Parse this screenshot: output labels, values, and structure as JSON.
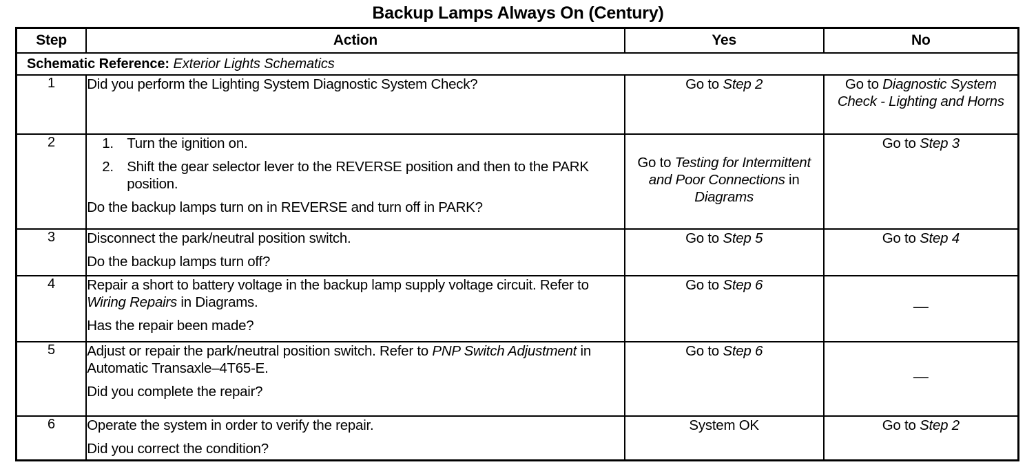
{
  "document": {
    "title": "Backup Lamps Always On (Century)"
  },
  "table": {
    "columns": {
      "step": "Step",
      "action": "Action",
      "yes": "Yes",
      "no": "No"
    },
    "schematic_reference": {
      "label": "Schematic Reference:",
      "value": "Exterior Lights Schematics"
    },
    "rows": [
      {
        "step": "1",
        "action": {
          "lines": [
            "Did you perform the Lighting System Diagnostic System Check?"
          ]
        },
        "yes": {
          "prefix": "Go to ",
          "ref": "Step 2",
          "suffix": ""
        },
        "no": {
          "prefix": "Go to ",
          "ref": "Diagnostic System Check - Lighting and Horns",
          "suffix": ""
        }
      },
      {
        "step": "2",
        "action": {
          "list": [
            {
              "num": "1.",
              "text": "Turn the ignition on."
            },
            {
              "num": "2.",
              "text": "Shift the gear selector lever to the REVERSE position and then to the PARK position."
            }
          ],
          "question": "Do the backup lamps turn on in REVERSE and turn off in PARK?"
        },
        "yes": {
          "prefix": "Go to ",
          "ref": "Testing for Intermittent and Poor Connections",
          "mid": " in ",
          "ref2": "Diagrams"
        },
        "no": {
          "prefix": "Go to ",
          "ref": "Step 3",
          "suffix": ""
        }
      },
      {
        "step": "3",
        "action": {
          "statement": "Disconnect the park/neutral position switch.",
          "question": "Do the backup lamps turn off?"
        },
        "yes": {
          "prefix": "Go to ",
          "ref": "Step 5",
          "suffix": ""
        },
        "no": {
          "prefix": "Go to ",
          "ref": "Step 4",
          "suffix": ""
        }
      },
      {
        "step": "4",
        "action": {
          "statement_a": "Repair a short to battery voltage in the backup lamp supply voltage circuit. Refer to ",
          "statement_ref": "Wiring Repairs",
          "statement_b": " in Diagrams.",
          "question": "Has the repair been made?"
        },
        "yes": {
          "prefix": "Go to ",
          "ref": "Step 6",
          "suffix": ""
        },
        "no": {
          "dash": "—"
        }
      },
      {
        "step": "5",
        "action": {
          "statement_a": "Adjust or repair the park/neutral position switch. Refer to ",
          "statement_ref": "PNP Switch Adjustment",
          "statement_b": " in Automatic Transaxle–4T65-E.",
          "question": "Did you complete the repair?"
        },
        "yes": {
          "prefix": "Go to ",
          "ref": "Step 6",
          "suffix": ""
        },
        "no": {
          "dash": "—"
        }
      },
      {
        "step": "6",
        "action": {
          "statement": "Operate the system in order to verify the repair.",
          "question": "Did you correct the condition?"
        },
        "yes": {
          "plain": "System OK"
        },
        "no": {
          "prefix": "Go to ",
          "ref": "Step 2",
          "suffix": ""
        }
      }
    ]
  }
}
